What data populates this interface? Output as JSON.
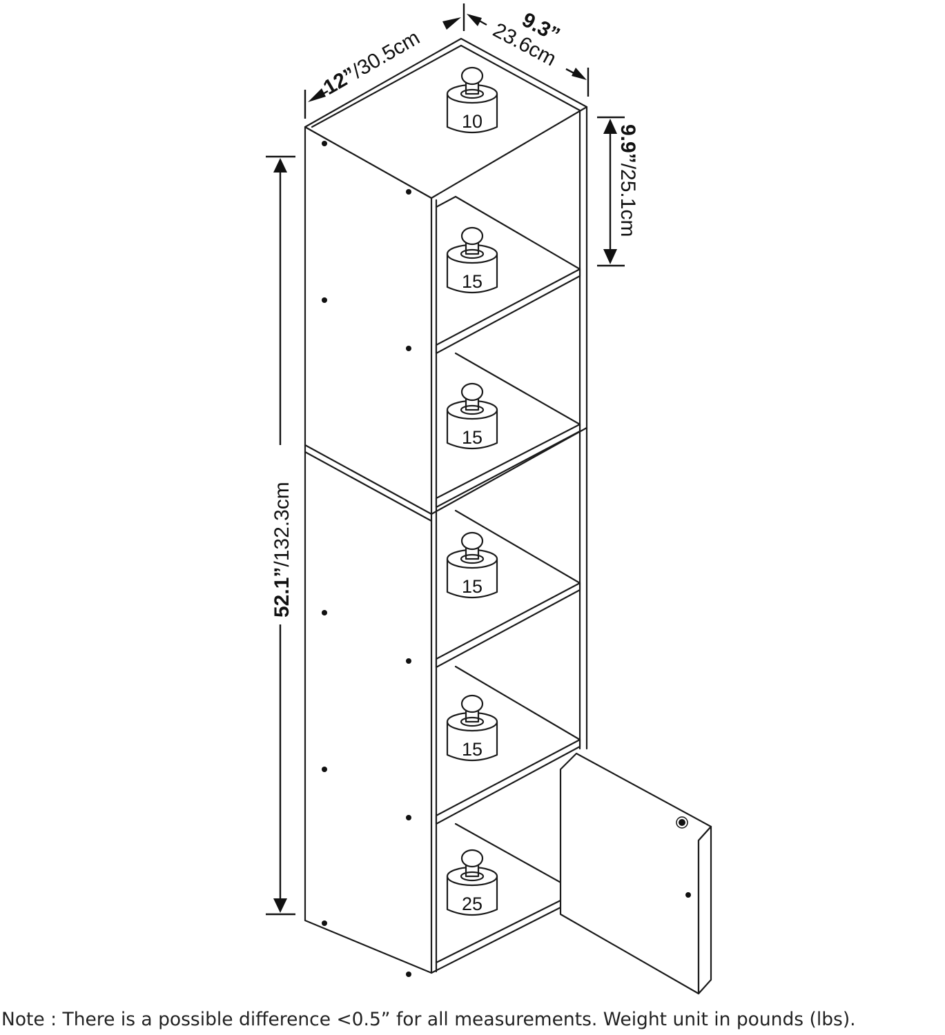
{
  "dimensions": {
    "width_in": "12”",
    "width_cm": "/30.5cm",
    "depth_in": "9.3”",
    "depth_cm": "23.6cm",
    "height_in": "52.1”",
    "height_cm": "/132.3cm",
    "shelf_in": "9.9”",
    "shelf_cm": "/25.1cm"
  },
  "weights": [
    "10",
    "15",
    "15",
    "15",
    "15",
    "25"
  ],
  "note": "Note : There is a possible difference <0.5” for all measurements. Weight unit in pounds (lbs)."
}
